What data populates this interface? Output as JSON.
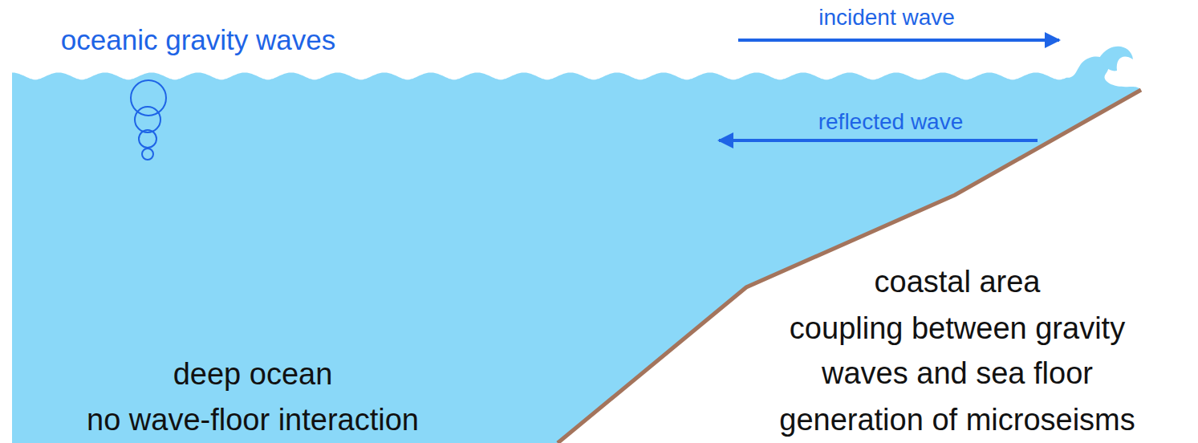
{
  "diagram": {
    "labels": [
      "oceanic gravity waves",
      "incident wave",
      "reflected wave",
      "deep ocean",
      "no wave-floor interaction",
      "coastal area",
      "coupling between gravity",
      "waves and sea floor",
      "generation of microseisms"
    ]
  }
}
